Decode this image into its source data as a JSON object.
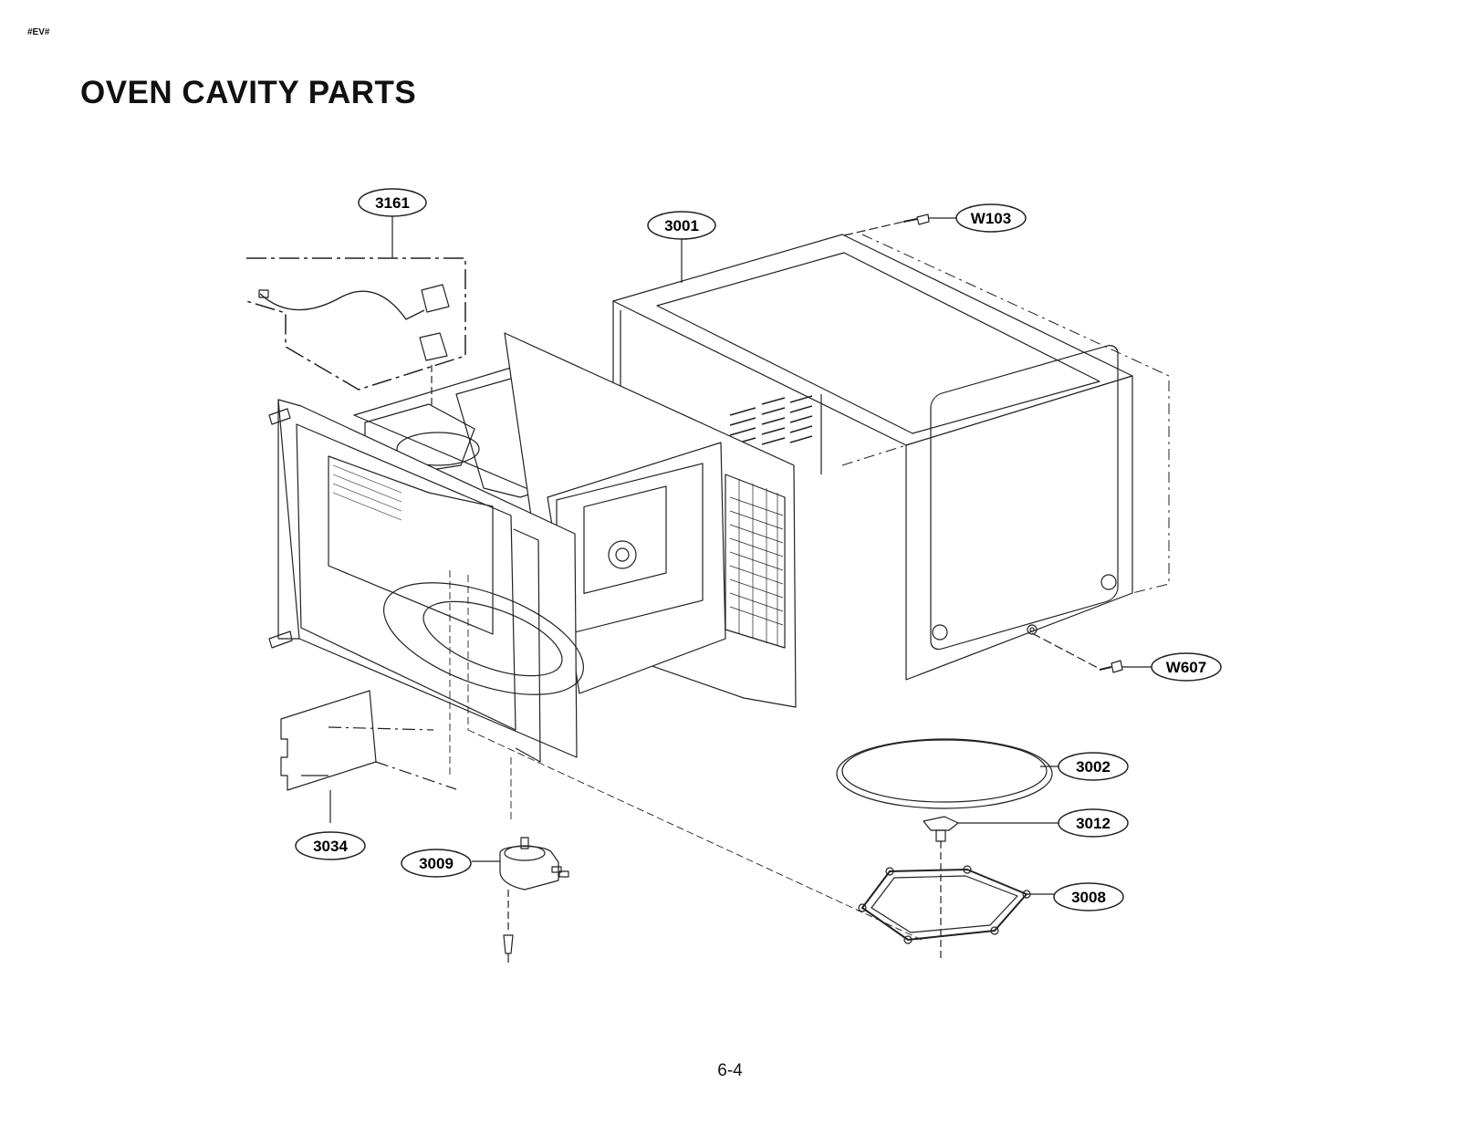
{
  "header": {
    "doc_tag": "#EV#",
    "title": "OVEN CAVITY PARTS"
  },
  "footer": {
    "page_number": "6-4"
  },
  "callouts": [
    {
      "id": "3161",
      "label": "3161"
    },
    {
      "id": "3001",
      "label": "3001"
    },
    {
      "id": "W103",
      "label": "W103"
    },
    {
      "id": "W607",
      "label": "W607"
    },
    {
      "id": "3002",
      "label": "3002"
    },
    {
      "id": "3012",
      "label": "3012"
    },
    {
      "id": "3008",
      "label": "3008"
    },
    {
      "id": "3034",
      "label": "3034"
    },
    {
      "id": "3009",
      "label": "3009"
    }
  ]
}
